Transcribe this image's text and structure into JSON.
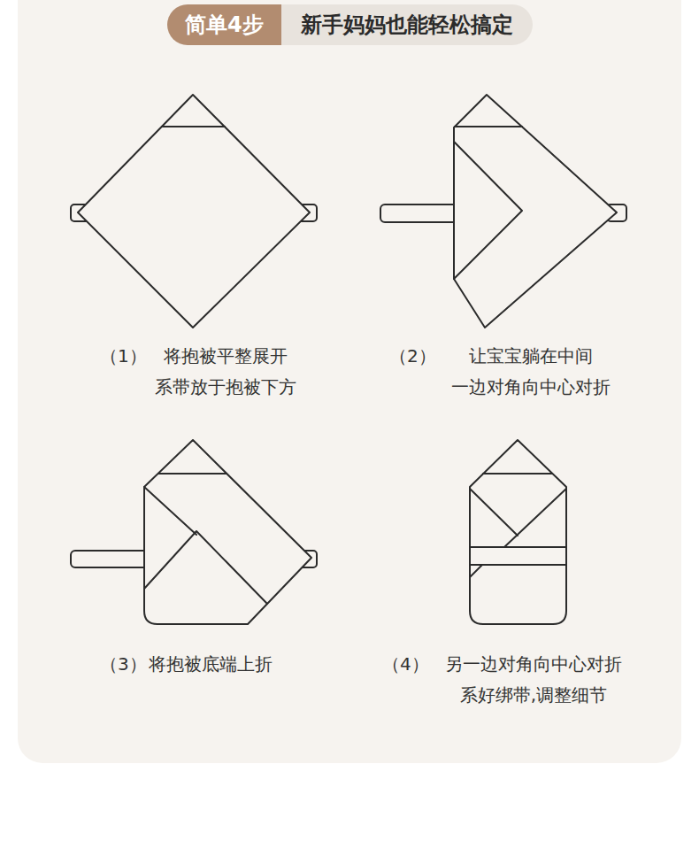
{
  "diagram": {
    "nodes": [
      {
        "text": [
          "简单4步",
          "新手妈妈也能轻松搞定"
        ]
      }
    ],
    "labels": [
      "（1）",
      "将抱被平整展开 系带放于抱被下方",
      "（2）",
      "让宝宝躺在中间 一边对角向中心对折",
      "（3）",
      "将抱被底端上折",
      "（4）",
      "另一边对角向中心对折 系好绑带,调整细节"
    ]
  }
}
